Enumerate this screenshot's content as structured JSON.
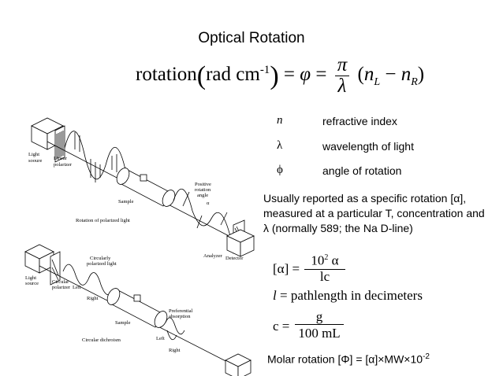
{
  "title": "Optical Rotation",
  "main_equation": {
    "lhs_word": "rotation",
    "unit": "rad cm",
    "unit_exp": "-1",
    "phi": "φ",
    "pi": "π",
    "lambda": "λ",
    "n_L": "n",
    "sub_L": "L",
    "n_R": "n",
    "sub_R": "R"
  },
  "definitions": [
    {
      "symbol": "n",
      "text": "refractive index"
    },
    {
      "symbol": "λ",
      "text": "wavelength of light"
    },
    {
      "symbol": "ϕ",
      "text": "angle of rotation"
    }
  ],
  "note": "Usually reported as a specific rotation [α], measured at a particular T, concentration and λ (normally 589; the Na D-line)",
  "specific_rotation": {
    "lhs": "[α] =",
    "numerator": "10",
    "num_exp": "2",
    "num_alpha": "α",
    "denominator": "lc"
  },
  "pathlength": {
    "var": "l",
    "text": "= pathlength in decimeters"
  },
  "concentration": {
    "lhs": "c =",
    "numerator": "g",
    "denominator": "100 mL"
  },
  "molar_rotation": {
    "text": "Molar rotation [Φ] = [α]×MW×10",
    "exp": "-2"
  },
  "diagram_top": {
    "light_source": [
      "Light",
      "sooure"
    ],
    "linear_polarizer": [
      "Linear",
      "polarizer"
    ],
    "sample": "Sample",
    "positive_rotation_angle": [
      "Positive",
      "rotation",
      "angle"
    ],
    "alpha": "α",
    "rotation_caption": "Rotation of polarized light",
    "analyzer": "Analyzer",
    "detector": "Detector"
  },
  "diagram_bottom": {
    "light_source": [
      "Light",
      "source"
    ],
    "circular_polarizer": [
      "Circular",
      "polarizer"
    ],
    "circularly_polarized": [
      "Circularly",
      "polarized light"
    ],
    "left": "Left",
    "right": "Right",
    "sample": "Sample",
    "preferential_absorption": [
      "Preferential",
      "absorption"
    ],
    "circular_dichroism": "Circular dichroism",
    "left2": "Left",
    "right2": "Right"
  }
}
